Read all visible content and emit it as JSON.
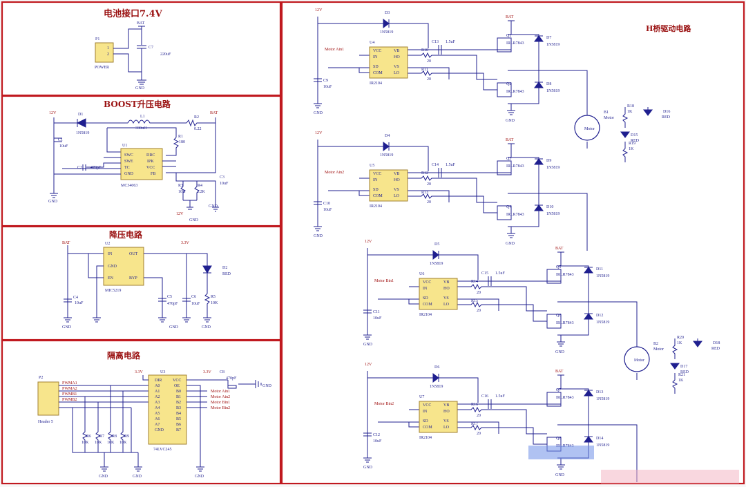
{
  "titles": {
    "battery": "电池接口7.4V",
    "boost": "BOOST升压电路",
    "buck": "降压电路",
    "isolation": "隔离电路",
    "hbridge": "H桥驱动电路"
  },
  "battery": {
    "p1": "P1",
    "power": "POWER",
    "bat": "BAT",
    "gnd": "GND",
    "c7": "C7",
    "c7v": "220uF",
    "pin1": "1",
    "pin2": "2"
  },
  "boost": {
    "v12": "12V",
    "d1": "D1",
    "d1v": "1N5819",
    "l1": "L1",
    "l1v": "330uH",
    "r2": "R2",
    "r2v": "0.22",
    "bat": "BAT",
    "c1": "C1",
    "c1v": "10uF",
    "r1": "R1",
    "r1v": "180",
    "u1": "U1",
    "ic": "MC34063",
    "pins": [
      "SWC",
      "SWE",
      "TC",
      "GND",
      "DRC",
      "IPK",
      "VCC",
      "FB"
    ],
    "c2": "C2",
    "c2v": "470pF",
    "c3": "C3",
    "c3v": "10uF",
    "r3": "R3",
    "r3v": "10K",
    "r4": "R4",
    "r4v": "2.2K",
    "gnd": "GND"
  },
  "buck": {
    "bat": "BAT",
    "u2": "U2",
    "v33": "3.3V",
    "ic": "MIC5219",
    "pins": [
      "IN",
      "OUT",
      "GND",
      "EN",
      "BYP"
    ],
    "c4": "C4",
    "c4v": "10uF",
    "c5": "C5",
    "c5v": "470pF",
    "c6": "C6",
    "c6v": "10uF",
    "r5": "R5",
    "r5v": "10K",
    "d2": "D2",
    "d2v": "RED",
    "gnd": "GND"
  },
  "isolation": {
    "p2": "P2",
    "header": "Header 5",
    "pwm": [
      "PWMA1",
      "PWMA2",
      "PWMB1",
      "PWMB2"
    ],
    "v33a": "3.3V",
    "v33b": "3.3V",
    "u3": "U3",
    "c8": "C8",
    "c8v": "470pF",
    "ic": "74LVC245",
    "gnd": "GND",
    "left_pins": [
      "DIR",
      "A0",
      "A1",
      "A2",
      "A3",
      "A4",
      "A5",
      "A6",
      "A7",
      "GND"
    ],
    "right_pins": [
      "VCC",
      "OE",
      "B0",
      "B1",
      "B2",
      "B3",
      "B4",
      "B5",
      "B6",
      "B7"
    ],
    "outs": [
      "Motor Ain1",
      "Motor Ain2",
      "Motor Bin1",
      "Motor Bin2"
    ],
    "r": [
      "R6",
      "R7",
      "R8",
      "R9"
    ],
    "rv": "10K"
  },
  "hbridge": {
    "v12": "12V",
    "bat": "BAT",
    "gnd": "GND",
    "ic": "IR2104",
    "pins": [
      "VCC",
      "IN",
      "SD",
      "COM",
      "VB",
      "HO",
      "VS",
      "LO"
    ],
    "mos": "IRLR7843",
    "diode": "1N5819",
    "cap": "1.5uF",
    "cin": "10uF",
    "res": "20",
    "motor": "Motor",
    "red": "RED",
    "rk": "1K",
    "blocks": [
      {
        "d": "D3",
        "u": "U4",
        "in": "Motor Ain1",
        "c": "C13",
        "cin": "C9",
        "ra": "R10",
        "rb": "R11",
        "qa": "Q1",
        "qb": "Q2",
        "da": "D7",
        "db": "D8"
      },
      {
        "d": "D4",
        "u": "U5",
        "in": "Motor Ain2",
        "c": "C14",
        "cin": "C10",
        "ra": "R12",
        "rb": "R13",
        "qa": "Q3",
        "qb": "Q4",
        "da": "D9",
        "db": "D10"
      },
      {
        "d": "D5",
        "u": "U6",
        "in": "Motor Bin1",
        "c": "C15",
        "cin": "C11",
        "ra": "R14",
        "rb": "R15",
        "qa": "Q5",
        "qb": "Q6",
        "da": "D11",
        "db": "D12"
      },
      {
        "d": "D6",
        "u": "U7",
        "in": "Motor Bin2",
        "c": "C16",
        "cin": "C12",
        "ra": "R16",
        "rb": "R17",
        "qa": "Q7",
        "qb": "Q8",
        "da": "D13",
        "db": "D14"
      }
    ],
    "motors": [
      {
        "b": "B1",
        "r1": "R18",
        "r2": "R19",
        "d1": "D16",
        "d2": "D15"
      },
      {
        "b": "B2",
        "r1": "R20",
        "r2": "R21",
        "d1": "D18",
        "d2": "D17"
      }
    ]
  }
}
